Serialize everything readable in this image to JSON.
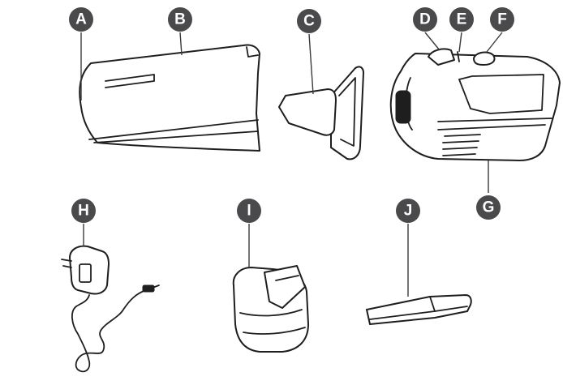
{
  "diagram": {
    "parts": [
      {
        "key": "a",
        "label": "A"
      },
      {
        "key": "b",
        "label": "B"
      },
      {
        "key": "c",
        "label": "C"
      },
      {
        "key": "d",
        "label": "D"
      },
      {
        "key": "e",
        "label": "E"
      },
      {
        "key": "f",
        "label": "F"
      },
      {
        "key": "g",
        "label": "G"
      },
      {
        "key": "h",
        "label": "H"
      },
      {
        "key": "i",
        "label": "I"
      },
      {
        "key": "j",
        "label": "J"
      }
    ]
  },
  "colors": {
    "badge": "#4a4a4d",
    "badge_text": "#ffffff",
    "outline": "#1e1e1e"
  }
}
